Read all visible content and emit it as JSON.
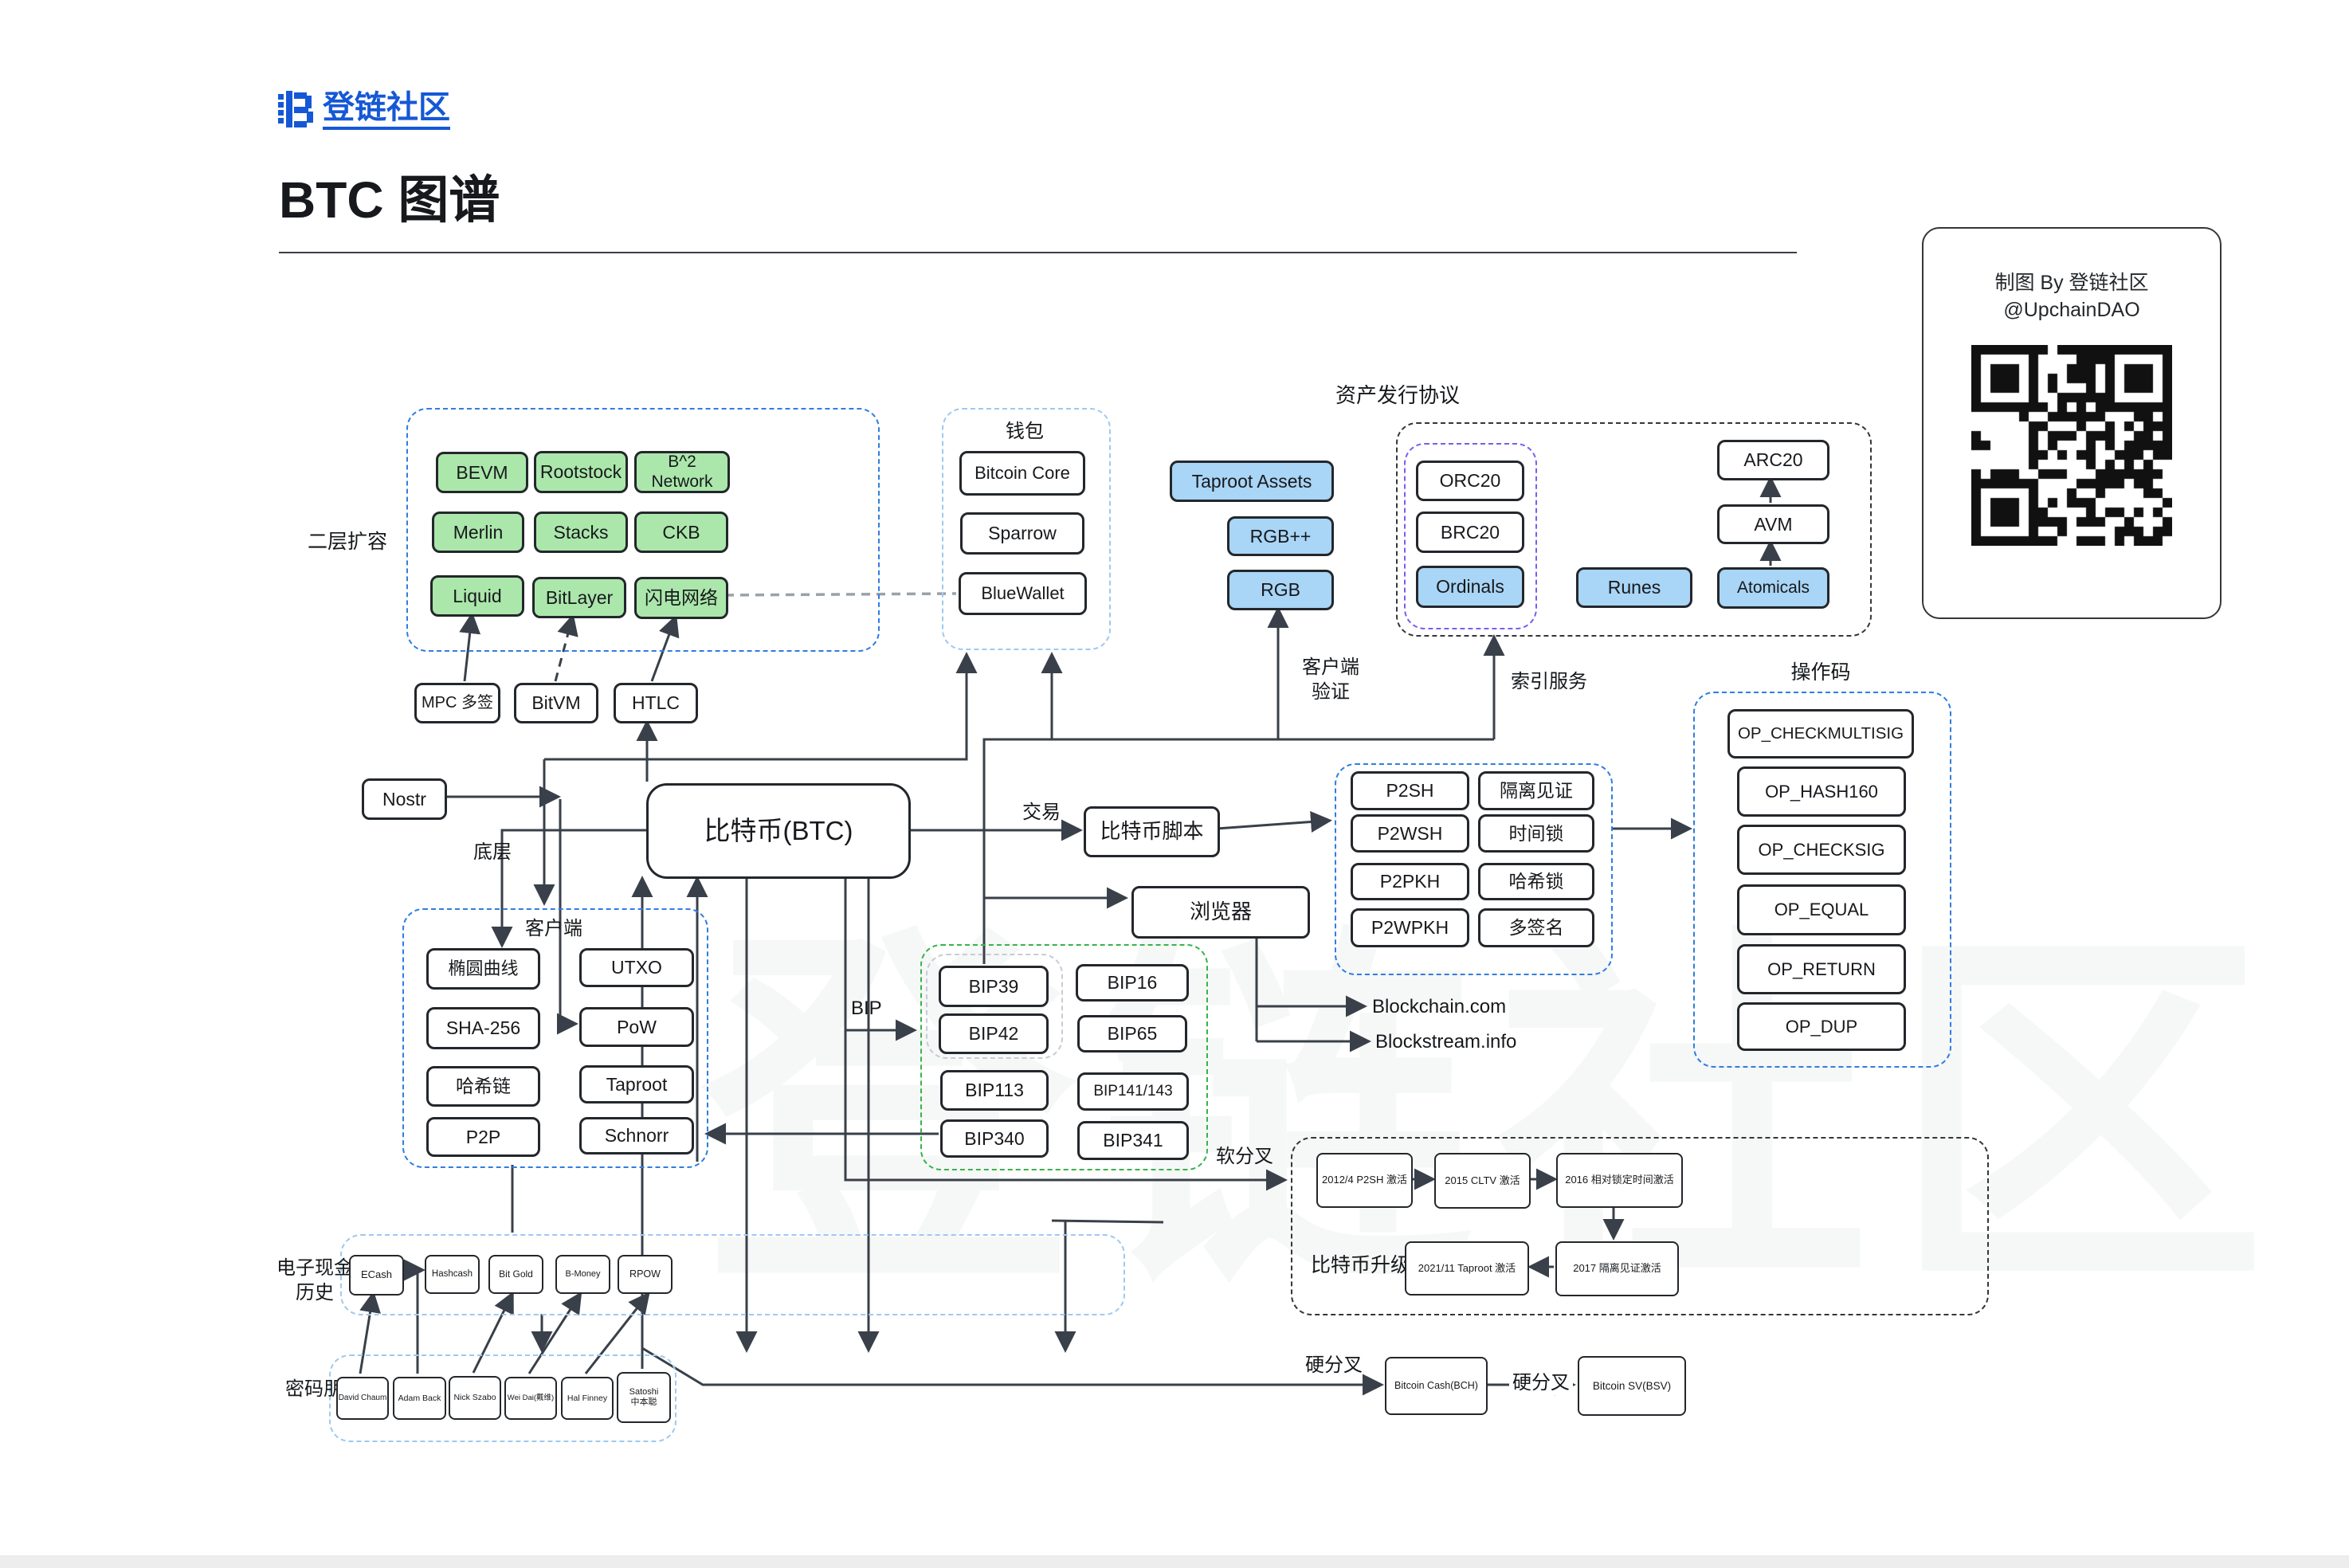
{
  "page": {
    "logo_text": "登链社区",
    "title": "BTC 图谱"
  },
  "credit": {
    "line1": "制图 By 登链社区",
    "line2": "@UpchainDAO"
  },
  "watermark": {
    "text": "登链社区"
  },
  "groups": [
    {
      "id": "layer2",
      "label": "二层扩容"
    },
    {
      "id": "wallet",
      "label": "钱包"
    },
    {
      "id": "asset",
      "label": "资产发行协议"
    },
    {
      "id": "ordinals_sub",
      "label": ""
    },
    {
      "id": "client",
      "label": "客户端"
    },
    {
      "id": "bip",
      "label": ""
    },
    {
      "id": "bip_sub",
      "label": ""
    },
    {
      "id": "p2sh",
      "label": ""
    },
    {
      "id": "opcode",
      "label": "操作码"
    },
    {
      "id": "upgrade",
      "label": "比特币升级历史"
    },
    {
      "id": "ecash",
      "label": "电子现金\n历史"
    },
    {
      "id": "cypher",
      "label": "密码朋克"
    }
  ],
  "nodes": [
    {
      "id": "bevm",
      "label": "BEVM",
      "kind": "green"
    },
    {
      "id": "rootstock",
      "label": "Rootstock",
      "kind": "green"
    },
    {
      "id": "b2net",
      "label": "B^2 Network",
      "kind": "green"
    },
    {
      "id": "merlin",
      "label": "Merlin",
      "kind": "green"
    },
    {
      "id": "stacks",
      "label": "Stacks",
      "kind": "green"
    },
    {
      "id": "ckb",
      "label": "CKB",
      "kind": "green"
    },
    {
      "id": "liquid",
      "label": "Liquid",
      "kind": "green"
    },
    {
      "id": "bitlayer",
      "label": "BitLayer",
      "kind": "green"
    },
    {
      "id": "lightning",
      "label": "闪电网络",
      "kind": "green"
    },
    {
      "id": "btccore",
      "label": "Bitcoin Core",
      "kind": "white"
    },
    {
      "id": "sparrow",
      "label": "Sparrow",
      "kind": "white"
    },
    {
      "id": "bluewallet",
      "label": "BlueWallet",
      "kind": "white"
    },
    {
      "id": "taproot_assets",
      "label": "Taproot Assets",
      "kind": "blue"
    },
    {
      "id": "rgbpp",
      "label": "RGB++",
      "kind": "blue"
    },
    {
      "id": "rgb",
      "label": "RGB",
      "kind": "blue"
    },
    {
      "id": "orc20",
      "label": "ORC20",
      "kind": "white"
    },
    {
      "id": "brc20",
      "label": "BRC20",
      "kind": "white"
    },
    {
      "id": "ordinals",
      "label": "Ordinals",
      "kind": "blue"
    },
    {
      "id": "runes",
      "label": "Runes",
      "kind": "blue"
    },
    {
      "id": "arc20",
      "label": "ARC20",
      "kind": "white"
    },
    {
      "id": "avm",
      "label": "AVM",
      "kind": "white"
    },
    {
      "id": "atomicals",
      "label": "Atomicals",
      "kind": "blue"
    },
    {
      "id": "mpc",
      "label": "MPC 多签",
      "kind": "white"
    },
    {
      "id": "bitvm",
      "label": "BitVM",
      "kind": "white"
    },
    {
      "id": "htlc",
      "label": "HTLC",
      "kind": "white"
    },
    {
      "id": "nostr",
      "label": "Nostr",
      "kind": "white"
    },
    {
      "id": "btc",
      "label": "比特币(BTC)",
      "kind": "white"
    },
    {
      "id": "script",
      "label": "比特币脚本",
      "kind": "white"
    },
    {
      "id": "browser",
      "label": "浏览器",
      "kind": "white"
    },
    {
      "id": "ellipse",
      "label": "椭圆曲线",
      "kind": "white"
    },
    {
      "id": "utxo",
      "label": "UTXO",
      "kind": "white"
    },
    {
      "id": "sha256",
      "label": "SHA-256",
      "kind": "white"
    },
    {
      "id": "pow",
      "label": "PoW",
      "kind": "white"
    },
    {
      "id": "hashchain",
      "label": "哈希链",
      "kind": "white"
    },
    {
      "id": "taproot",
      "label": "Taproot",
      "kind": "white"
    },
    {
      "id": "p2p",
      "label": "P2P",
      "kind": "white"
    },
    {
      "id": "schnorr",
      "label": "Schnorr",
      "kind": "white"
    },
    {
      "id": "bip39",
      "label": "BIP39",
      "kind": "white"
    },
    {
      "id": "bip42",
      "label": "BIP42",
      "kind": "white"
    },
    {
      "id": "bip16",
      "label": "BIP16",
      "kind": "white"
    },
    {
      "id": "bip65",
      "label": "BIP65",
      "kind": "white"
    },
    {
      "id": "bip113",
      "label": "BIP113",
      "kind": "white"
    },
    {
      "id": "bip141",
      "label": "BIP141/143",
      "kind": "white"
    },
    {
      "id": "bip340",
      "label": "BIP340",
      "kind": "white"
    },
    {
      "id": "bip341",
      "label": "BIP341",
      "kind": "white"
    },
    {
      "id": "p2sh",
      "label": "P2SH",
      "kind": "white"
    },
    {
      "id": "segwit",
      "label": "隔离见证",
      "kind": "white"
    },
    {
      "id": "p2wsh",
      "label": "P2WSH",
      "kind": "white"
    },
    {
      "id": "timelock",
      "label": "时间锁",
      "kind": "white"
    },
    {
      "id": "p2pkh",
      "label": "P2PKH",
      "kind": "white"
    },
    {
      "id": "hashlock",
      "label": "哈希锁",
      "kind": "white"
    },
    {
      "id": "p2wpkh",
      "label": "P2WPKH",
      "kind": "white"
    },
    {
      "id": "multisig",
      "label": "多签名",
      "kind": "white"
    },
    {
      "id": "op1",
      "label": "OP_CHECKMULTISIG",
      "kind": "white"
    },
    {
      "id": "op2",
      "label": "OP_HASH160",
      "kind": "white"
    },
    {
      "id": "op3",
      "label": "OP_CHECKSIG",
      "kind": "white"
    },
    {
      "id": "op4",
      "label": "OP_EQUAL",
      "kind": "white"
    },
    {
      "id": "op5",
      "label": "OP_RETURN",
      "kind": "white"
    },
    {
      "id": "op6",
      "label": "OP_DUP",
      "kind": "white"
    },
    {
      "id": "u2012",
      "label": "2012/4 P2SH 激活",
      "kind": "white"
    },
    {
      "id": "u2015",
      "label": "2015 CLTV 激活",
      "kind": "white"
    },
    {
      "id": "u2016",
      "label": "2016 相对锁定时间激活",
      "kind": "white"
    },
    {
      "id": "u2021",
      "label": "2021/11 Taproot 激活",
      "kind": "white"
    },
    {
      "id": "u2017",
      "label": "2017 隔离见证激活",
      "kind": "white"
    },
    {
      "id": "ecash_n",
      "label": "ECash",
      "kind": "white"
    },
    {
      "id": "hashcash",
      "label": "Hashcash",
      "kind": "white"
    },
    {
      "id": "bitgold",
      "label": "Bit Gold",
      "kind": "white"
    },
    {
      "id": "bmoney",
      "label": "B-Money",
      "kind": "white"
    },
    {
      "id": "rpow",
      "label": "RPOW",
      "kind": "white"
    },
    {
      "id": "david",
      "label": "David Chaum",
      "kind": "white"
    },
    {
      "id": "adam",
      "label": "Adam Back",
      "kind": "white"
    },
    {
      "id": "nick",
      "label": "Nick Szabo",
      "kind": "white"
    },
    {
      "id": "weidai",
      "label": "Wei Dai(戴维)",
      "kind": "white"
    },
    {
      "id": "hal",
      "label": "Hal Finney",
      "kind": "white"
    },
    {
      "id": "satoshi",
      "label": "Satoshi\n中本聪",
      "kind": "white"
    },
    {
      "id": "bch",
      "label": "Bitcoin Cash(BCH)",
      "kind": "white"
    },
    {
      "id": "bsv",
      "label": "Bitcoin SV(BSV)",
      "kind": "white"
    }
  ],
  "labels": [
    {
      "id": "tx",
      "text": "交易"
    },
    {
      "id": "bottomlayer",
      "text": "底层"
    },
    {
      "id": "bip_lbl",
      "text": "BIP"
    },
    {
      "id": "softfork",
      "text": "软分叉"
    },
    {
      "id": "hardfork1",
      "text": "硬分叉"
    },
    {
      "id": "hardfork2",
      "text": "硬分叉"
    },
    {
      "id": "verify",
      "text": "客户端\n验证"
    },
    {
      "id": "index",
      "text": "索引服务"
    },
    {
      "id": "blockchaincom",
      "text": "Blockchain.com"
    },
    {
      "id": "blockstream",
      "text": "Blockstream.info"
    }
  ],
  "edges": [
    {
      "from": "MPC 多签",
      "to": "Liquid"
    },
    {
      "from": "BitVM",
      "to": "BitLayer"
    },
    {
      "from": "HTLC",
      "to": "闪电网络"
    },
    {
      "from": "闪电网络",
      "to": "BlueWallet"
    },
    {
      "from": "比特币(BTC)",
      "to": "HTLC"
    },
    {
      "from": "比特币(BTC)",
      "to": "钱包"
    },
    {
      "from": "比特币(BTC)",
      "to": "客户端",
      "label": "底层"
    },
    {
      "from": "Nostr",
      "to": "比特币(BTC)"
    },
    {
      "from": "Nostr",
      "to": "PoW"
    },
    {
      "from": "比特币(BTC)",
      "to": "比特币脚本",
      "label": "交易"
    },
    {
      "from": "比特币脚本",
      "to": "P2SH组",
      "label": ""
    },
    {
      "from": "P2SH组",
      "to": "操作码"
    },
    {
      "from": "比特币(BTC)",
      "to": "浏览器"
    },
    {
      "from": "浏览器",
      "to": "Blockchain.com"
    },
    {
      "from": "浏览器",
      "to": "Blockstream.info"
    },
    {
      "from": "比特币(BTC)",
      "to": "RGB",
      "label": "客户端验证"
    },
    {
      "from": "比特币(BTC)",
      "to": "资产发行协议",
      "label": "索引服务"
    },
    {
      "from": "比特币(BTC)",
      "to": "BIP",
      "label": "BIP"
    },
    {
      "from": "比特币(BTC)",
      "to": "2012/4 P2SH 激活",
      "label": "软分叉"
    },
    {
      "from": "2012/4 P2SH 激活",
      "to": "2015 CLTV 激活"
    },
    {
      "from": "2015 CLTV 激活",
      "to": "2016 相对锁定时间激活"
    },
    {
      "from": "2016 相对锁定时间激活",
      "to": "2017 隔离见证激活"
    },
    {
      "from": "2017 隔离见证激活",
      "to": "2021/11 Taproot 激活"
    },
    {
      "from": "BIP340",
      "to": "Schnorr"
    },
    {
      "from": "Atomicals",
      "to": "AVM"
    },
    {
      "from": "AVM",
      "to": "ARC20"
    },
    {
      "from": "David Chaum",
      "to": "ECash"
    },
    {
      "from": "Adam Back",
      "to": "Hashcash"
    },
    {
      "from": "Nick Szabo",
      "to": "Bit Gold"
    },
    {
      "from": "Wei Dai(戴维)",
      "to": "B-Money"
    },
    {
      "from": "Hal Finney",
      "to": "RPOW"
    },
    {
      "from": "Satoshi 中本聪",
      "to": "比特币(BTC)"
    },
    {
      "from": "Satoshi 中本聪",
      "to": "Bitcoin Cash(BCH)",
      "label": "硬分叉"
    },
    {
      "from": "Bitcoin Cash(BCH)",
      "to": "Bitcoin SV(BSV)",
      "label": "硬分叉"
    }
  ]
}
